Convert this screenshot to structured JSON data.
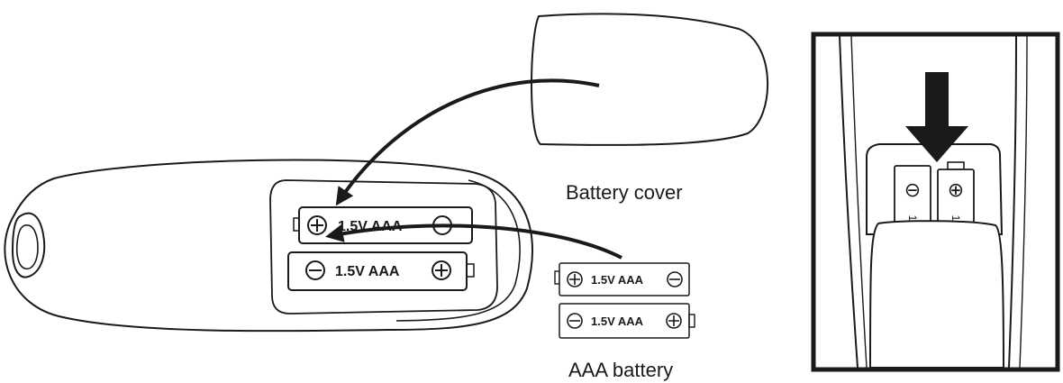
{
  "labels": {
    "battery_cover": "Battery cover",
    "aaa_battery": "AAA battery"
  },
  "battery": {
    "spec": "1.5V AAA"
  },
  "inset_symbols": {
    "minus_polarity": "⊖",
    "plus_polarity": "⊕",
    "mark": "1"
  },
  "colors": {
    "ink": "#1a1a1a",
    "background": "#ffffff"
  }
}
